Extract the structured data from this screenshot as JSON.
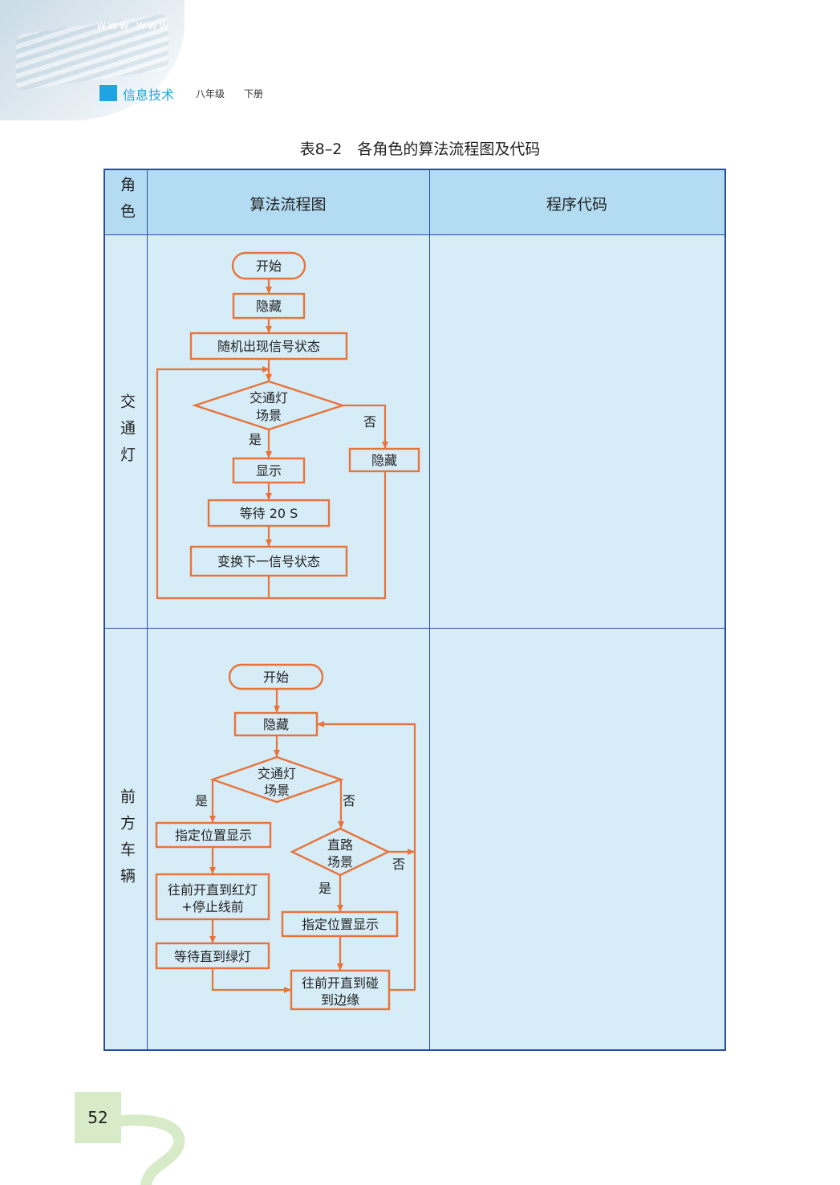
{
  "book": {
    "title": "信息技术",
    "grade": "八年级",
    "volume": "下册",
    "header_decor_text": "www www",
    "accent": "#1ea4e0"
  },
  "table": {
    "caption": "表8–2　各角色的算法流程图及代码",
    "headers": {
      "role": "角色",
      "flowchart": "算法流程图",
      "code": "程序代码"
    },
    "rows": [
      {
        "role": "交通灯",
        "flowchart": {
          "start": "开始",
          "hide": "隐藏",
          "random_state": "随机出现信号状态",
          "decision_line1": "交通灯",
          "decision_line2": "场景",
          "yes": "是",
          "no": "否",
          "show": "显示",
          "wait": "等待 20 S",
          "hide_no": "隐藏",
          "switch_state": "变换下一信号状态"
        },
        "code": ""
      },
      {
        "role": "前方车辆",
        "flowchart": {
          "start": "开始",
          "hide": "隐藏",
          "decision1_line1": "交通灯",
          "decision1_line2": "场景",
          "yes1": "是",
          "no1": "否",
          "show_at_pos": "指定位置显示",
          "drive_line1": "往前开直到红灯",
          "drive_line2": "+停止线前",
          "wait_green": "等待直到绿灯",
          "decision2_line1": "直路",
          "decision2_line2": "场景",
          "yes2": "是",
          "no2": "否",
          "show_at_pos2": "指定位置显示",
          "drive_edge_line1": "往前开直到碰",
          "drive_edge_line2": "到边缘"
        },
        "code": ""
      }
    ]
  },
  "page_number": "52",
  "colors": {
    "table_border": "#2a4ca0",
    "header_fill": "#b3dcf2",
    "cell_fill": "#d6ecf7",
    "flowchart_stroke": "#e8733a",
    "page_number_box": "#d7ebc8"
  }
}
